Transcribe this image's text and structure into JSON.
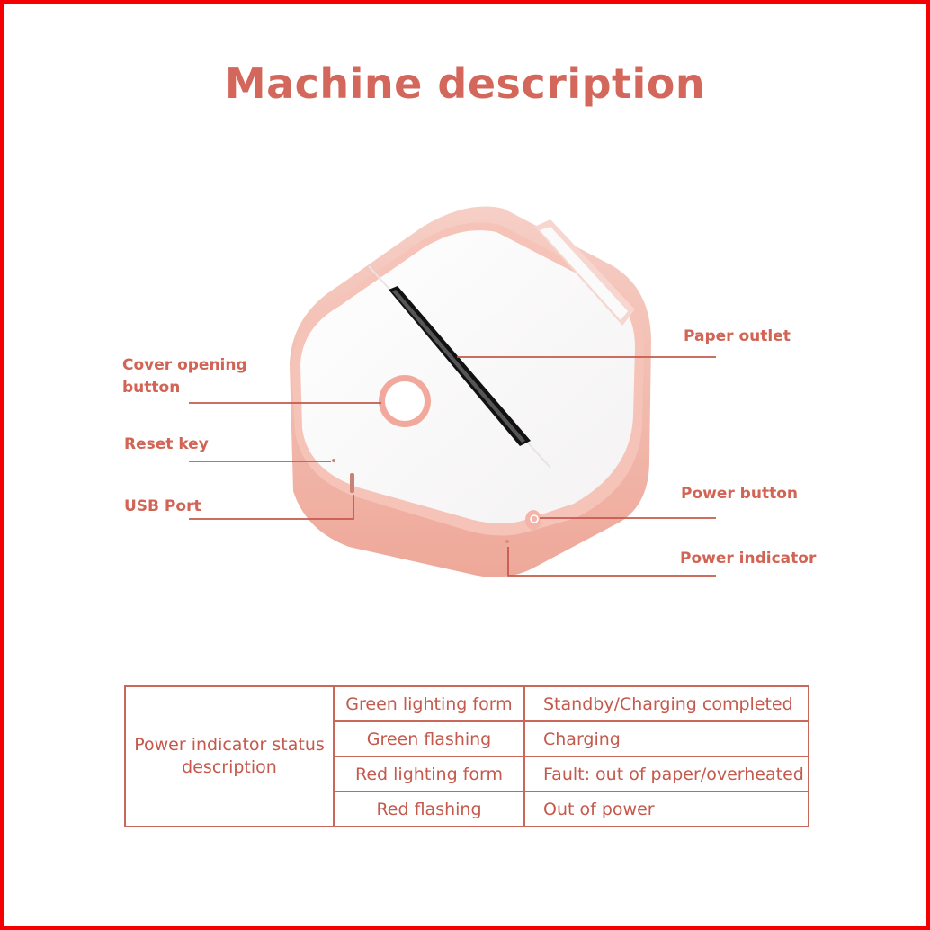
{
  "title": "Machine description",
  "callouts": {
    "cover_opening_button": "Cover opening\nbutton",
    "reset_key": "Reset key",
    "usb_port": "USB Port",
    "paper_outlet": "Paper outlet",
    "power_button": "Power button",
    "power_indicator": "Power indicator"
  },
  "status_table": {
    "header": "Power indicator status\ndescription",
    "rows": [
      {
        "state": "Green lighting form",
        "meaning": "Standby/Charging completed"
      },
      {
        "state": "Green flashing",
        "meaning": "Charging"
      },
      {
        "state": "Red lighting form",
        "meaning": "Fault: out of paper/overheated"
      },
      {
        "state": "Red flashing",
        "meaning": "Out of power"
      }
    ]
  },
  "colors": {
    "frame": "#f40000",
    "accent": "#d4675b",
    "printer_body": "#f1b7aa",
    "printer_cover": "#ffffff"
  }
}
